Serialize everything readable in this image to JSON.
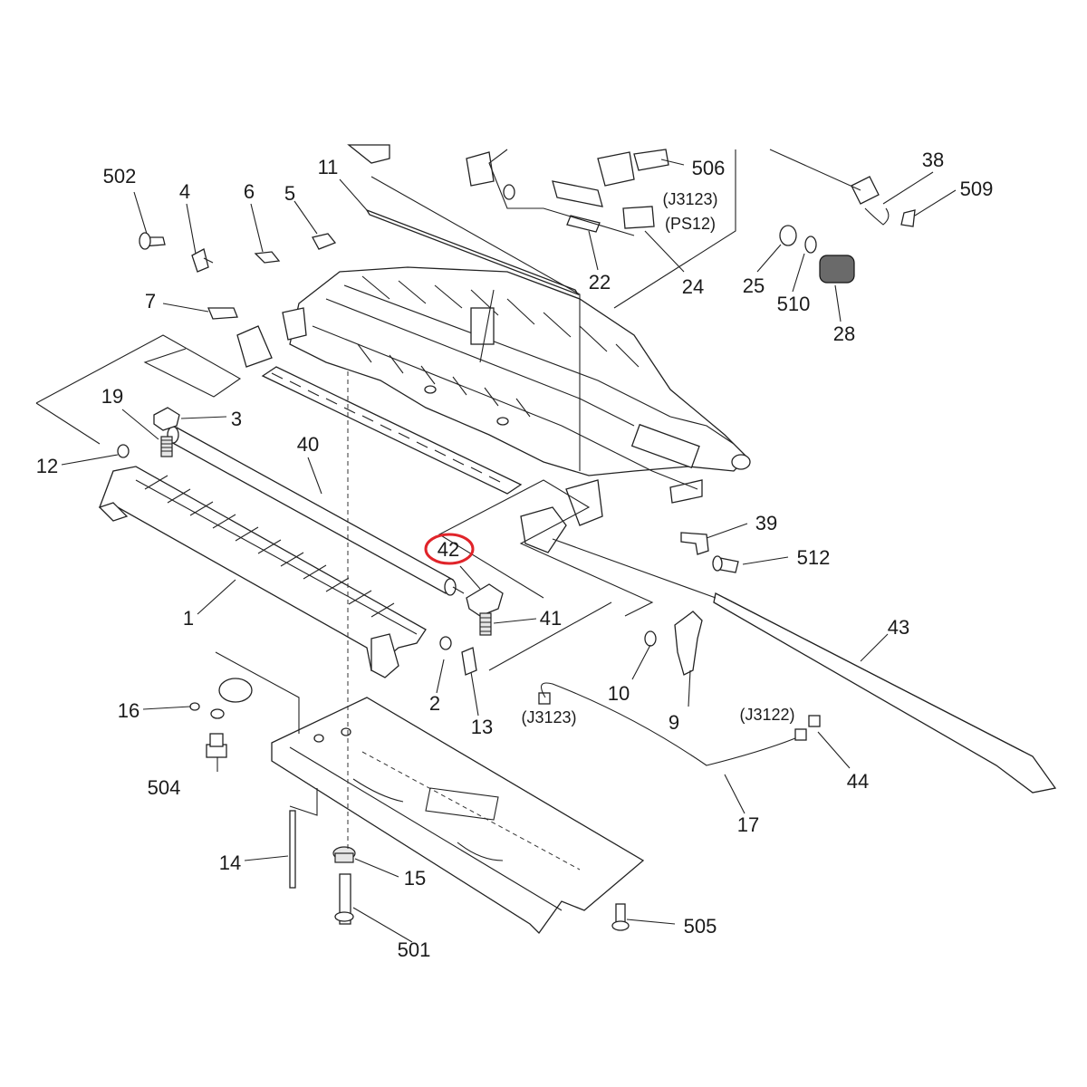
{
  "diagram": {
    "highlight_color": "#e0242a",
    "callouts": {
      "c502": "502",
      "c4": "4",
      "c6": "6",
      "c5": "5",
      "c11": "11",
      "c7": "7",
      "c19": "19",
      "c3": "3",
      "c40": "40",
      "c12": "12",
      "c1": "1",
      "c42": "42",
      "c41": "41",
      "c2": "2",
      "c13": "13",
      "c16": "16",
      "c504": "504",
      "c14": "14",
      "c15": "15",
      "c501": "501",
      "c505": "505",
      "c506": "506",
      "c38": "38",
      "c509": "509",
      "c25": "25",
      "c510": "510",
      "c28": "28",
      "c22": "22",
      "c24": "24",
      "c39": "39",
      "c512": "512",
      "c43": "43",
      "c10": "10",
      "c9": "9",
      "c17": "17",
      "c44": "44"
    },
    "connectors": {
      "j3123_top": "(J3123)",
      "ps12": "(PS12)",
      "j3123_bottom": "(J3123)",
      "j3122": "(J3122)"
    }
  }
}
